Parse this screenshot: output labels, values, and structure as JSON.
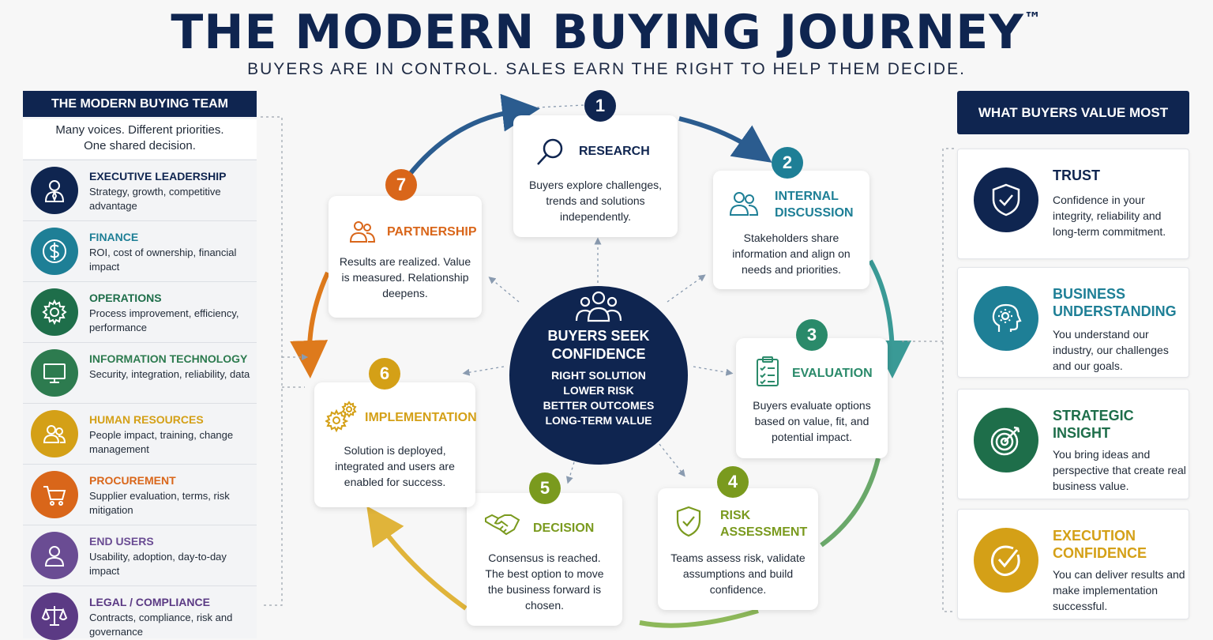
{
  "header": {
    "title": "THE MODERN BUYING JOURNEY",
    "trademark": "™",
    "subtitle": "BUYERS ARE IN CONTROL. SALES EARN THE RIGHT TO HELP THEM DECIDE."
  },
  "buying_team": {
    "heading": "THE MODERN BUYING TEAM",
    "intro_line1": "Many voices. Different priorities.",
    "intro_line2": "One shared decision.",
    "members": [
      {
        "name": "EXECUTIVE LEADERSHIP",
        "desc": "Strategy, growth, competitive advantage",
        "color": "#0f2550",
        "icon": "executive-icon"
      },
      {
        "name": "FINANCE",
        "desc": "ROI, cost of ownership, financial impact",
        "color": "#1e7f96",
        "icon": "dollar-icon"
      },
      {
        "name": "OPERATIONS",
        "desc": "Process improvement, efficiency, performance",
        "color": "#1e6e4a",
        "icon": "gear-icon"
      },
      {
        "name": "INFORMATION TECHNOLOGY",
        "desc": "Security, integration, reliability, data",
        "color": "#2d7b4f",
        "icon": "monitor-icon"
      },
      {
        "name": "HUMAN RESOURCES",
        "desc": "People impact, training, change management",
        "color": "#d4a017",
        "icon": "people-icon"
      },
      {
        "name": "PROCUREMENT",
        "desc": "Supplier evaluation, terms, risk mitigation",
        "color": "#d9661a",
        "icon": "cart-icon"
      },
      {
        "name": "END USERS",
        "desc": "Usability, adoption, day-to-day impact",
        "color": "#6a4c93",
        "icon": "user-icon"
      },
      {
        "name": "LEGAL / COMPLIANCE",
        "desc": "Contracts, compliance, risk and governance",
        "color": "#5b3a84",
        "icon": "scales-icon"
      }
    ]
  },
  "buyer_values": {
    "heading": "WHAT BUYERS VALUE MOST",
    "items": [
      {
        "name": "TRUST",
        "desc": "Confidence in your integrity, reliability and long-term commitment.",
        "color": "#0f2550",
        "icon": "shield-check-icon"
      },
      {
        "name": "BUSINESS UNDERSTANDING",
        "desc": "You understand our industry, our challenges and our goals.",
        "color": "#1e7f96",
        "icon": "head-gear-icon"
      },
      {
        "name": "STRATEGIC INSIGHT",
        "desc": "You bring ideas and perspective that create real business value.",
        "color": "#1e6e4a",
        "icon": "target-icon"
      },
      {
        "name": "EXECUTION CONFIDENCE",
        "desc": "You can deliver results and make implementation successful.",
        "color": "#d4a017",
        "icon": "check-circle-icon"
      }
    ]
  },
  "center": {
    "heading_line1": "BUYERS SEEK",
    "heading_line2": "CONFIDENCE",
    "points": [
      "RIGHT SOLUTION",
      "LOWER RISK",
      "BETTER OUTCOMES",
      "LONG-TERM VALUE"
    ]
  },
  "stages": [
    {
      "number": "1",
      "title": "RESEARCH",
      "desc": "Buyers explore challenges, trends and solutions independently.",
      "color": "#0f2550",
      "icon": "magnifier-icon"
    },
    {
      "number": "2",
      "title": "INTERNAL DISCUSSION",
      "desc": "Stakeholders share information and align on needs and priorities.",
      "color": "#1e7f96",
      "icon": "people-icon"
    },
    {
      "number": "3",
      "title": "EVALUATION",
      "desc": "Buyers evaluate options based on value, fit, and potential impact.",
      "color": "#2a8a6a",
      "icon": "checklist-icon"
    },
    {
      "number": "4",
      "title": "RISK ASSESSMENT",
      "desc": "Teams assess risk, validate assumptions and build confidence.",
      "color": "#7a9a1e",
      "icon": "shield-check-icon"
    },
    {
      "number": "5",
      "title": "DECISION",
      "desc": "Consensus is reached. The best option to move the business forward is chosen.",
      "color": "#7a9a1e",
      "icon": "handshake-icon"
    },
    {
      "number": "6",
      "title": "IMPLEMENTATION",
      "desc": "Solution is deployed, integrated and users are enabled for success.",
      "color": "#d4a017",
      "icon": "gears-icon"
    },
    {
      "number": "7",
      "title": "PARTNERSHIP",
      "desc": "Results are realized. Value is measured. Relationship deepens.",
      "color": "#d9661a",
      "icon": "people-icon"
    }
  ]
}
